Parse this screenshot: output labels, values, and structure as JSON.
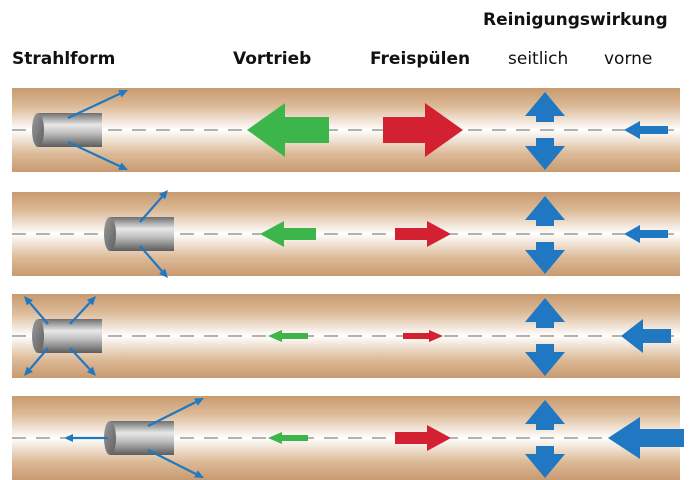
{
  "headers": {
    "group": "Reinigungswirkung",
    "strahlform": "Strahlform",
    "vortrieb": "Vortrieb",
    "freispuelen": "Freispülen",
    "seitlich": "seitlich",
    "vorne": "vorne"
  },
  "colors": {
    "pipe_edge": "#c89a70",
    "pipe_center": "#ffffff",
    "vortrieb": "#3cb54a",
    "freispuelen": "#d42132",
    "cleaning": "#1f78c1",
    "jet": "#1f78c1",
    "nozzle": "#a8a8a8",
    "dash": "#666666"
  },
  "rows": [
    {
      "nozzle": "nozzle-left-position-rear-jets",
      "vortrieb": "large",
      "freispuelen": "large",
      "seitlich": "large",
      "vorne": "small"
    },
    {
      "nozzle": "nozzle-center-position-rear-jets",
      "vortrieb": "medium",
      "freispuelen": "medium",
      "seitlich": "large",
      "vorne": "small"
    },
    {
      "nozzle": "nozzle-left-position-front-and-rear-jets",
      "vortrieb": "small",
      "freispuelen": "small",
      "seitlich": "large",
      "vorne": "medium"
    },
    {
      "nozzle": "nozzle-center-position-rear-and-front-jet",
      "vortrieb": "small",
      "freispuelen": "medium",
      "seitlich": "large",
      "vorne": "large"
    }
  ]
}
